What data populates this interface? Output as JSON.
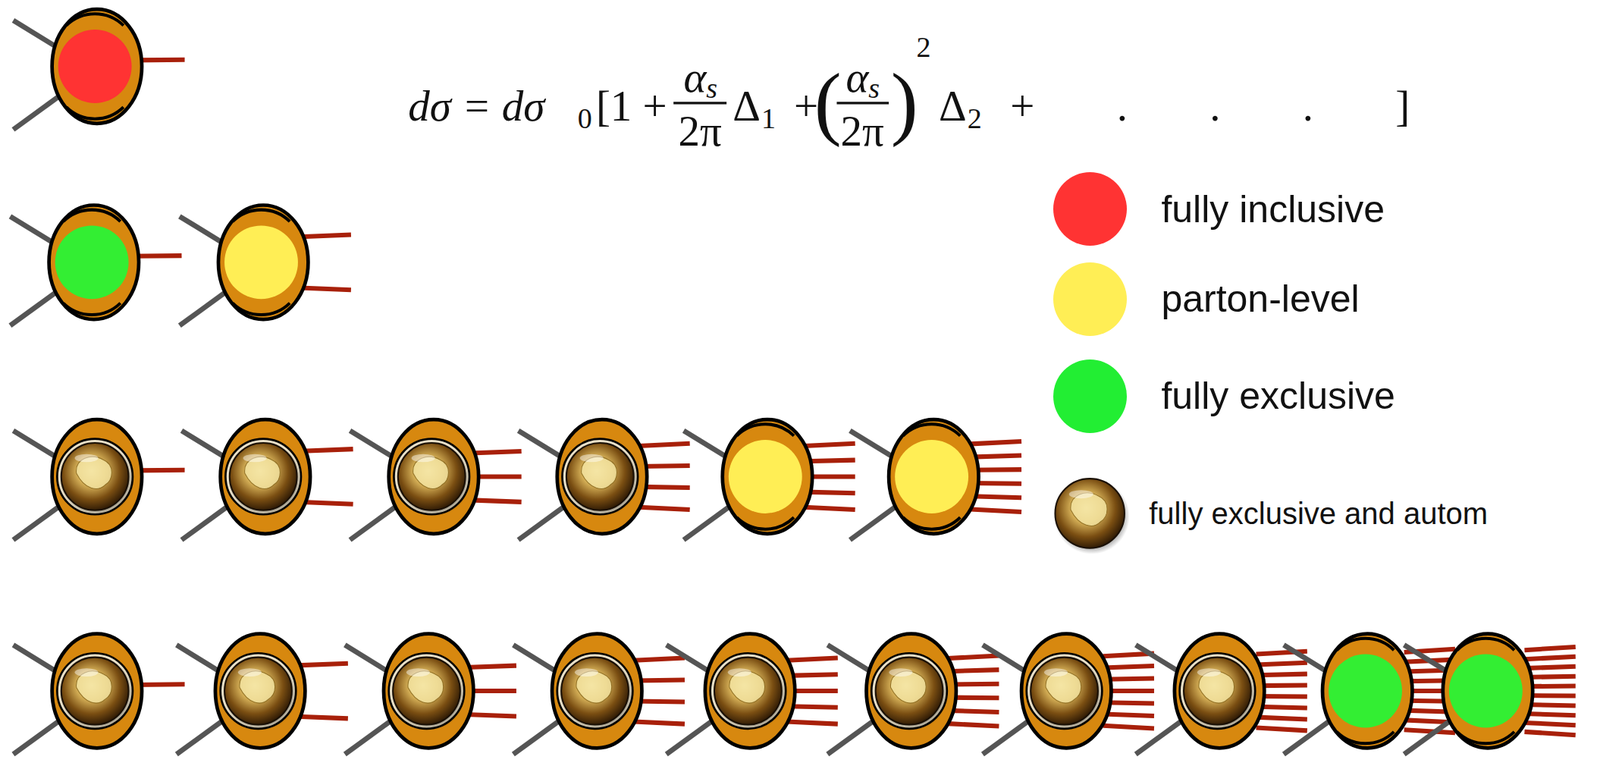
{
  "diagram": {
    "labels": [
      "dσ = dσ",
      "0",
      "[1 +",
      "α",
      "s",
      "2π",
      "Δ",
      "1",
      "+",
      "(",
      "α",
      "s",
      "2π",
      ")",
      "2",
      "Δ",
      "2",
      "+ . . . ]"
    ],
    "legend": [
      {
        "text": "fully inclusive",
        "color": "#ff3333"
      },
      {
        "text": "parton-level",
        "color": "#ffee55"
      },
      {
        "text": "fully exclusive",
        "color": "#22ee33"
      },
      {
        "text": "fully exclusive and autom"
      }
    ]
  }
}
